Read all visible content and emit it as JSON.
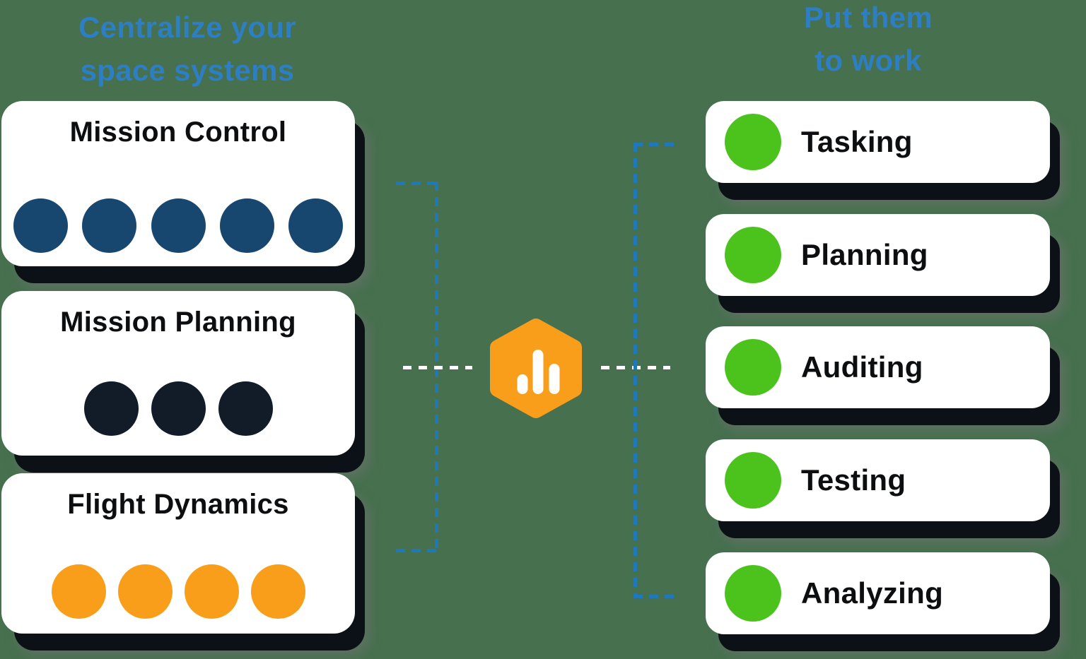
{
  "colors": {
    "background": "#46704e",
    "heading_blue": "#2d7ec3",
    "connector_blue": "#1f78b8",
    "connector_white": "#ffffff",
    "card_bg": "#ffffff",
    "title_ink": "#0d0e10",
    "logo_orange": "#f99e1b",
    "bullet_green": "#4cc31d"
  },
  "left_panel": {
    "heading_line1": "Centralize your",
    "heading_line2": "space systems",
    "cards": [
      {
        "title": "Mission Control",
        "dot_count": 5,
        "dot_color": "#17466f"
      },
      {
        "title": "Mission Planning",
        "dot_count": 3,
        "dot_color": "#111c28"
      },
      {
        "title": "Flight Dynamics",
        "dot_count": 4,
        "dot_color": "#f99e1b"
      }
    ]
  },
  "right_panel": {
    "heading_line1": "Put them",
    "heading_line2": "to work",
    "items": [
      {
        "label": "Tasking"
      },
      {
        "label": "Planning"
      },
      {
        "label": "Auditing"
      },
      {
        "label": "Testing"
      },
      {
        "label": "Analyzing"
      }
    ]
  },
  "center_logo": {
    "icon": "bar-chart-icon",
    "shape": "hexagon"
  }
}
